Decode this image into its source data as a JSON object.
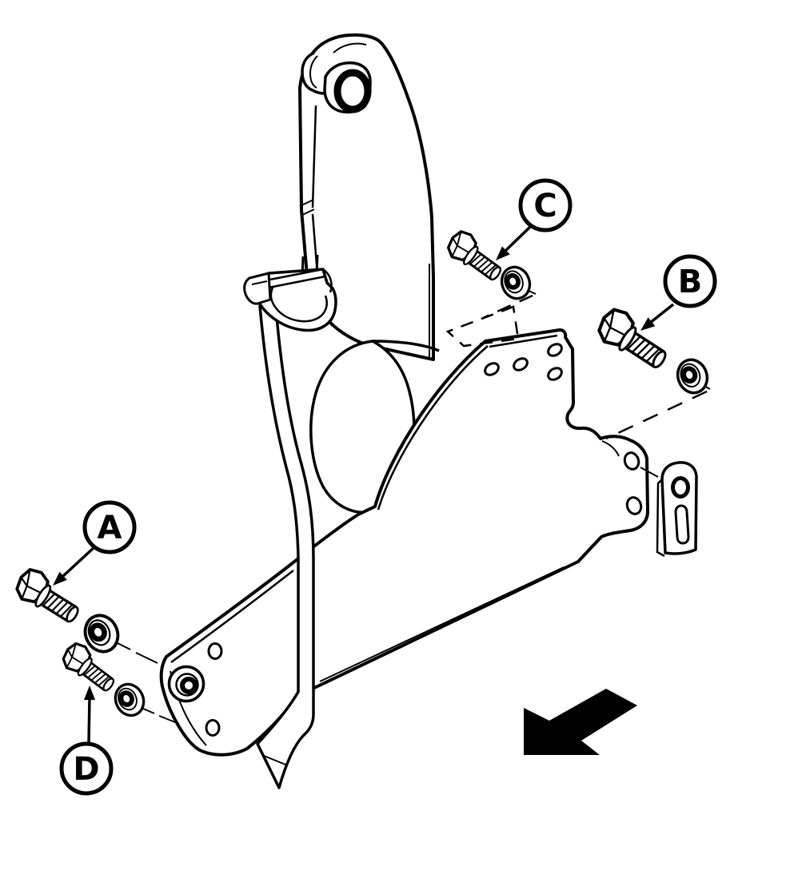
{
  "figure": {
    "kind": "exploded-parts-diagram",
    "subject": "mount bracket assembly with attaching hardware",
    "background_color": "#ffffff",
    "line_color": "#000000"
  },
  "callouts": [
    {
      "label": "A",
      "points_to": "hex bolt upper left of lower plate"
    },
    {
      "label": "B",
      "points_to": "hex bolt right side"
    },
    {
      "label": "C",
      "points_to": "hex bolt top center"
    },
    {
      "label": "D",
      "points_to": "hex bolt lower left"
    }
  ],
  "parts": {
    "bracket": "mount bracket with bushing arm, hook clamp, strap, cylinder mount, lower plate",
    "hardware": "4 hex flange bolts with flat washers",
    "tab": "slotted anchor tab",
    "hidden_edges": "dashed bolt insertion paths"
  },
  "direction_arrow": {
    "style": "solid black bent arrow",
    "points": "lower-left"
  }
}
